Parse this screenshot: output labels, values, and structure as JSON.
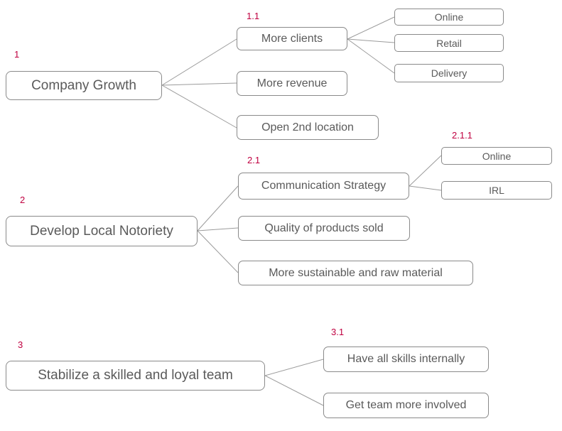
{
  "colors": {
    "accent": "#c00040",
    "box-border": "#8a8a8a",
    "box-text": "#5a5a5a",
    "line": "#9b9b9b",
    "background": "#ffffff"
  },
  "trees": [
    {
      "root": {
        "number": "1",
        "label": "Company Growth"
      },
      "children": [
        {
          "number": "1.1",
          "label": "More clients",
          "children": [
            {
              "label": "Online"
            },
            {
              "label": "Retail"
            },
            {
              "label": "Delivery"
            }
          ]
        },
        {
          "label": "More revenue"
        },
        {
          "label": "Open 2nd location"
        }
      ]
    },
    {
      "root": {
        "number": "2",
        "label": "Develop Local Notoriety"
      },
      "children": [
        {
          "number": "2.1",
          "label": "Communication Strategy",
          "children": [
            {
              "number": "2.1.1",
              "label": "Online"
            },
            {
              "label": "IRL"
            }
          ]
        },
        {
          "label": "Quality of products sold"
        },
        {
          "label": "More sustainable and raw material"
        }
      ]
    },
    {
      "root": {
        "number": "3",
        "label": "Stabilize a skilled and loyal team"
      },
      "children": [
        {
          "number": "3.1",
          "label": "Have all skills internally"
        },
        {
          "label": "Get team more involved"
        }
      ]
    }
  ]
}
